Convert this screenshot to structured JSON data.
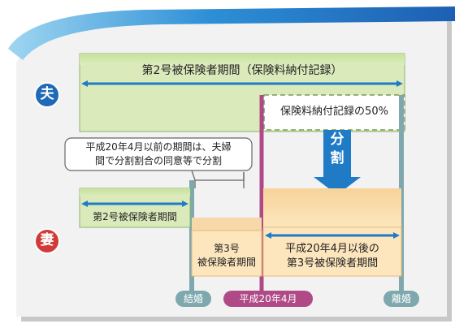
{
  "husband": {
    "badge": "夫",
    "period_label": "第2号被保険者期間（保険料納付記録）",
    "half_label": "保険料納付記録の50%"
  },
  "wife": {
    "badge": "妻",
    "period2_label": "第2号被保険者期間",
    "period3_label_line1": "第3号",
    "period3_label_line2": "被保険者期間",
    "after_label_line1": "平成20年4月以後の",
    "after_label_line2": "第3号被保険者期間"
  },
  "split_arrow": {
    "line1": "分",
    "line2": "割"
  },
  "note": {
    "line1": "平成20年4月以前の期間は、夫婦",
    "line2": "間で分割割合の同意等で分割"
  },
  "timeline": {
    "marriage": "結婚",
    "h20_april": "平成20年4月",
    "divorce": "離婚"
  },
  "colors": {
    "green_band": "#d9eab8",
    "orange_band": "#fce4b8",
    "arrow_blue": "#1f7bc6",
    "badge_blue": "#1e6ab6",
    "badge_red": "#d23a3a",
    "marker_teal": "#7ea8ae",
    "marker_purple": "#b04a87"
  }
}
